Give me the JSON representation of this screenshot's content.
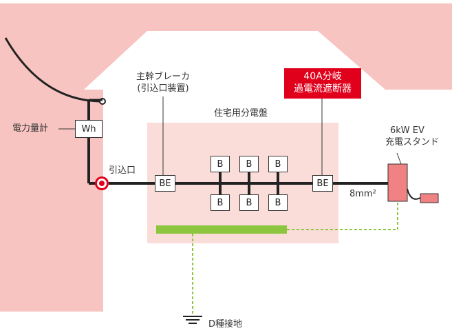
{
  "colors": {
    "house_fill": "#f7c4c1",
    "panel_fill": "#fadcd9",
    "wire": "#222222",
    "ground_wire": "#8cc63f",
    "highlight_red": "#e0001b",
    "ev_stand_fill": "#f08283"
  },
  "labels": {
    "meter_label": "電力量計",
    "meter_box": "Wh",
    "service_entry": "引込口",
    "main_breaker_line1": "主幹ブレーカ",
    "main_breaker_line2": "(引込口装置)",
    "distribution_board": "住宅用分電盤",
    "branch_breaker_line1": "40A分岐",
    "branch_breaker_line2": "過電流遮断器",
    "ev_line1": "6kW EV",
    "ev_line2": "充電スタンド",
    "cable_size": "8mm²",
    "ground": "D種接地",
    "main_be": "BE",
    "branch_be": "BE",
    "breaker_b": "B"
  }
}
